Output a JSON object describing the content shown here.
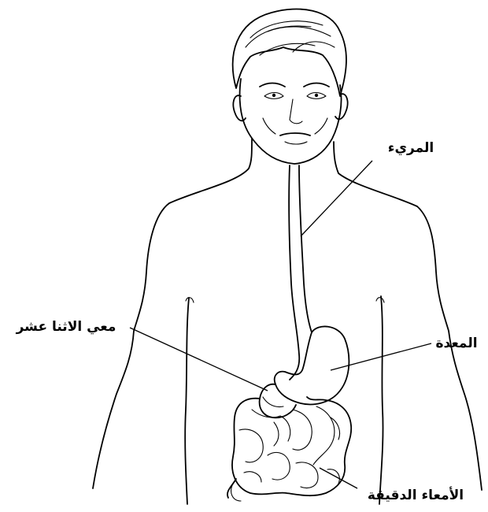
{
  "labels": {
    "esophagus": "المريء",
    "duodenum": "معي الاثنا عشر",
    "stomach": "المعدة",
    "small_intestine": "الأمعاء الدقيقة"
  },
  "colors": {
    "ink": "#000000",
    "background": "#ffffff"
  }
}
